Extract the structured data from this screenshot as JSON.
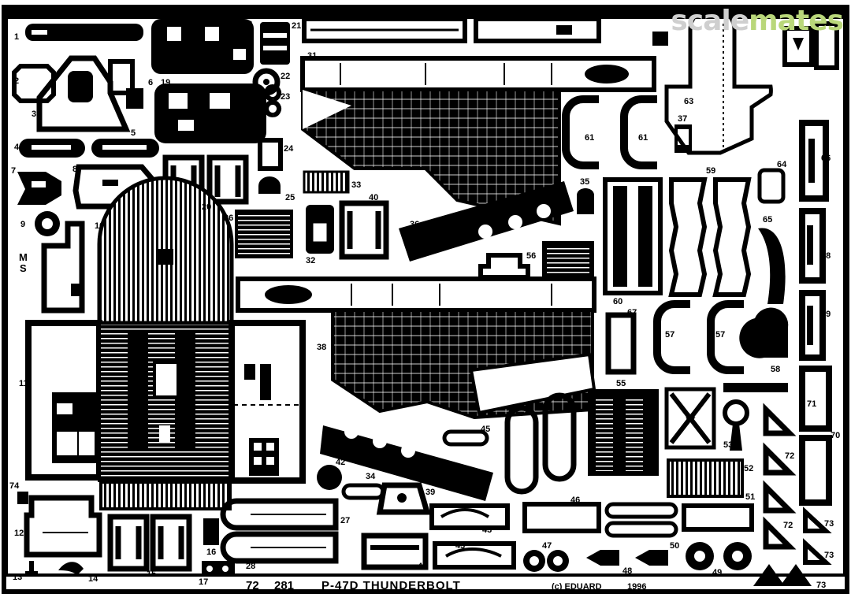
{
  "watermark": {
    "part1": "scale",
    "part2": "mates"
  },
  "footer": {
    "code_a": "72",
    "code_b": "281",
    "title": "P-47D THUNDERBOLT",
    "copyright": "(c) EDUARD",
    "year": "1996"
  },
  "side_marks": {
    "m": "M",
    "s": "S"
  },
  "part_numbers": {
    "p1": "1",
    "p2": "2",
    "p3": "3",
    "p4": "4",
    "p5": "5",
    "p6": "6",
    "p7": "7",
    "p8": "8",
    "p9": "9",
    "p10": "10",
    "p11": "11",
    "p12": "12",
    "p13": "13",
    "p14": "14",
    "p15": "15",
    "p16": "16",
    "p17": "17",
    "p18": "18",
    "p19": "19",
    "p20": "20",
    "p21": "21",
    "p22": "22",
    "p23": "23",
    "p24": "24",
    "p25": "25",
    "p26": "26",
    "p27": "27",
    "p28": "28",
    "p29": "29",
    "p30": "30",
    "p31": "31",
    "p32": "32",
    "p33": "33",
    "p34": "34",
    "p35": "35",
    "p36": "36",
    "p37": "37",
    "p38": "38",
    "p39": "39",
    "p40": "40",
    "p41": "41",
    "p42": "42",
    "p43": "43",
    "p43b": "43",
    "p44": "44",
    "p45": "45",
    "p46": "46",
    "p47": "47",
    "p48": "48",
    "p49": "49",
    "p50": "50",
    "p51": "51",
    "p52": "52",
    "p53": "53",
    "p54": "54",
    "p55": "55",
    "p56": "56",
    "p57": "57",
    "p57b": "57",
    "p58": "58",
    "p59": "59",
    "p60": "60",
    "p61": "61",
    "p61b": "61",
    "p63": "63",
    "p64": "64",
    "p65": "65",
    "p66": "66",
    "p67": "67",
    "p68": "68",
    "p69": "69",
    "p70": "70",
    "p71": "71",
    "p72": "72",
    "p72b": "72",
    "p73": "73",
    "p73b": "73",
    "p73c": "73",
    "p74": "74"
  }
}
